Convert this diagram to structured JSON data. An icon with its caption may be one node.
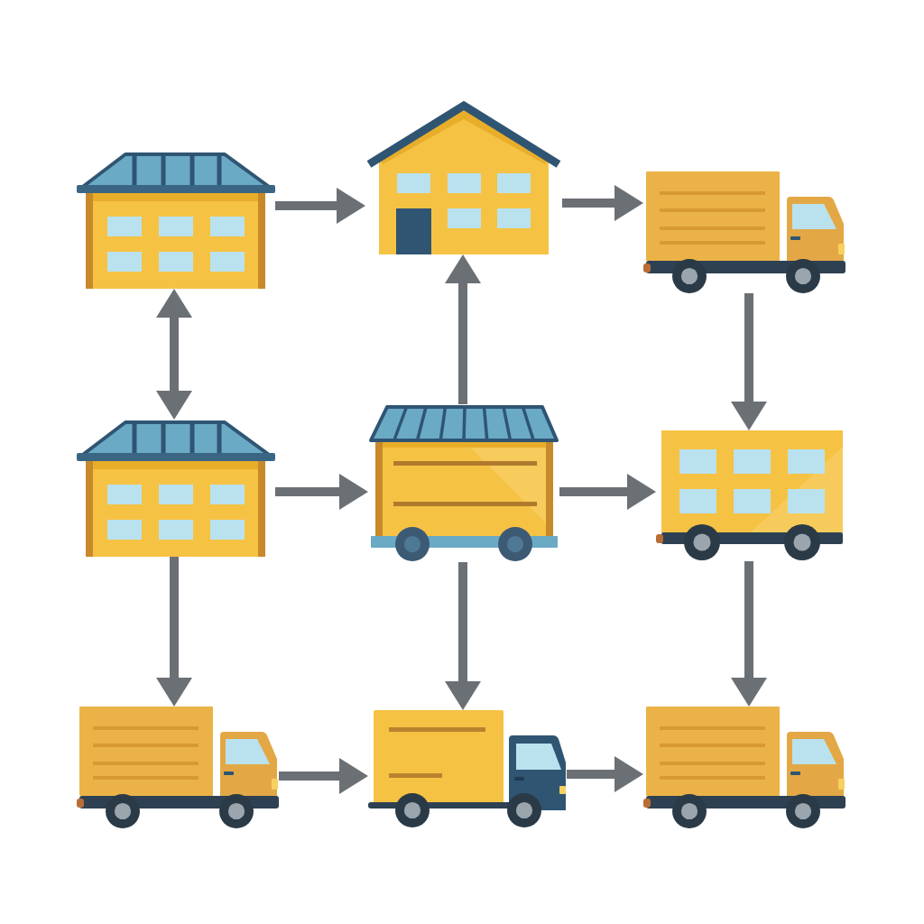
{
  "diagram": {
    "nodes": [
      {
        "text": [],
        "shape": "picture"
      },
      {
        "text": [],
        "shape": "picture"
      },
      {
        "text": [],
        "shape": "picture"
      },
      {
        "text": [],
        "shape": "picture"
      },
      {
        "text": [],
        "shape": "picture"
      },
      {
        "text": [],
        "shape": "picture"
      },
      {
        "text": [],
        "shape": "picture"
      },
      {
        "text": [],
        "shape": "picture"
      },
      {
        "text": [],
        "shape": "picture"
      }
    ],
    "edges": [
      {
        "from": 0,
        "to": 1,
        "arrow": "to"
      },
      {
        "from": 1,
        "to": 2,
        "arrow": "to"
      },
      {
        "from": 0,
        "to": 3,
        "arrow": "both"
      },
      {
        "from": 4,
        "to": 1,
        "arrow": "to"
      },
      {
        "from": 2,
        "to": 5,
        "arrow": "to"
      },
      {
        "from": 3,
        "to": 4,
        "arrow": "to"
      },
      {
        "from": 4,
        "to": 5,
        "arrow": "to"
      },
      {
        "from": 3,
        "to": 6,
        "arrow": "to"
      },
      {
        "from": 4,
        "to": 7,
        "arrow": "to"
      },
      {
        "from": 5,
        "to": 8,
        "arrow": "to"
      },
      {
        "from": 6,
        "to": 7,
        "arrow": "to"
      },
      {
        "from": 7,
        "to": 8,
        "arrow": "to"
      }
    ]
  }
}
